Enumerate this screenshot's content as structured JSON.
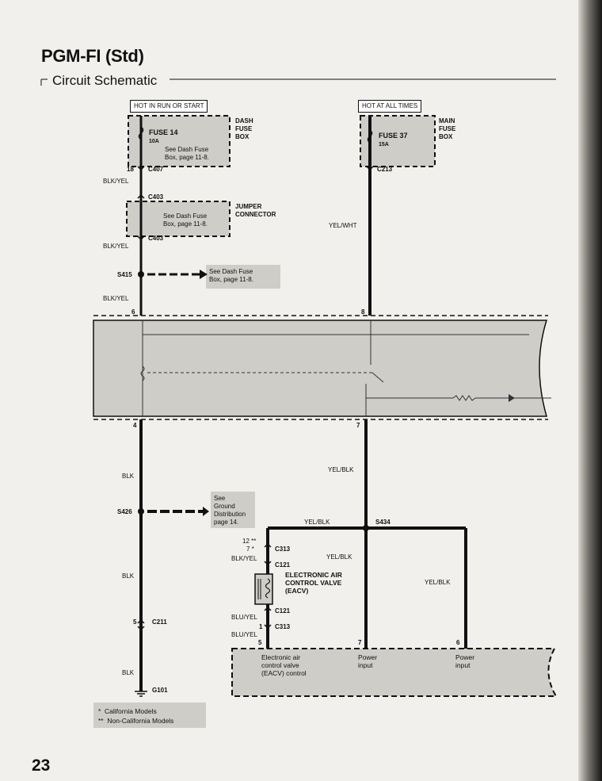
{
  "header": {
    "title": "PGM-FI (Std)",
    "section": "Circuit Schematic"
  },
  "page_number": "23",
  "sources": {
    "left": {
      "label": "HOT IN RUN OR START",
      "fuse": "FUSE 14",
      "rating": "10A",
      "ref": "See Dash Fuse\nBox, page 11-8.",
      "box": "DASH\nFUSE\nBOX"
    },
    "right": {
      "label": "HOT AT ALL TIMES",
      "fuse": "FUSE 37",
      "rating": "15A",
      "box": "MAIN\nFUSE\nBOX"
    }
  },
  "jumper": {
    "label": "JUMPER\nCONNECTOR",
    "ref": "See Dash Fuse\nBox, page 11-8."
  },
  "splice_ref": "See Dash Fuse\nBox, page 11-8.",
  "ground_ref": "See\nGround\nDistribution\npage 14.",
  "connectors": {
    "c407": "C407",
    "c403a": "C403",
    "c403b": "C403",
    "c213": "C213",
    "c211": "C211",
    "g101": "G101",
    "c313a": "C313",
    "c121a": "C121",
    "c121b": "C121",
    "c313b": "C313",
    "s415": "S415",
    "s426": "S426",
    "s434": "S434"
  },
  "pins": {
    "p18": "18",
    "p6a": "6",
    "p8": "8",
    "p4": "4",
    "p7a": "7",
    "p5a": "5",
    "p12": "12 **",
    "p7b": "7 *",
    "p1": "1",
    "p5b": "5",
    "p7c": "7",
    "p6b": "6"
  },
  "wires": {
    "w1": "BLK/YEL",
    "w2": "BLK/YEL",
    "w3": "BLK/YEL",
    "w4": "YEL/WHT",
    "w5": "BLK",
    "w6": "BLK",
    "w7": "BLK",
    "w8": "YEL/BLK",
    "w9": "YEL/BLK",
    "w10": "BLK/YEL",
    "w11": "YEL/BLK",
    "w12": "YEL/BLK",
    "w13": "BLU/YEL",
    "w14": "BLU/YEL"
  },
  "valve_label": "ELECTRONIC AIR\nCONTROL VALVE\n(EACV)",
  "ecu_labels": {
    "eacv": "Electronic air\ncontrol valve\n(EACV) control",
    "power1": "Power\ninput",
    "power2": "Power\ninput"
  },
  "legend": {
    "star": "*  California Models",
    "double_star": "**  Non-California Models"
  }
}
